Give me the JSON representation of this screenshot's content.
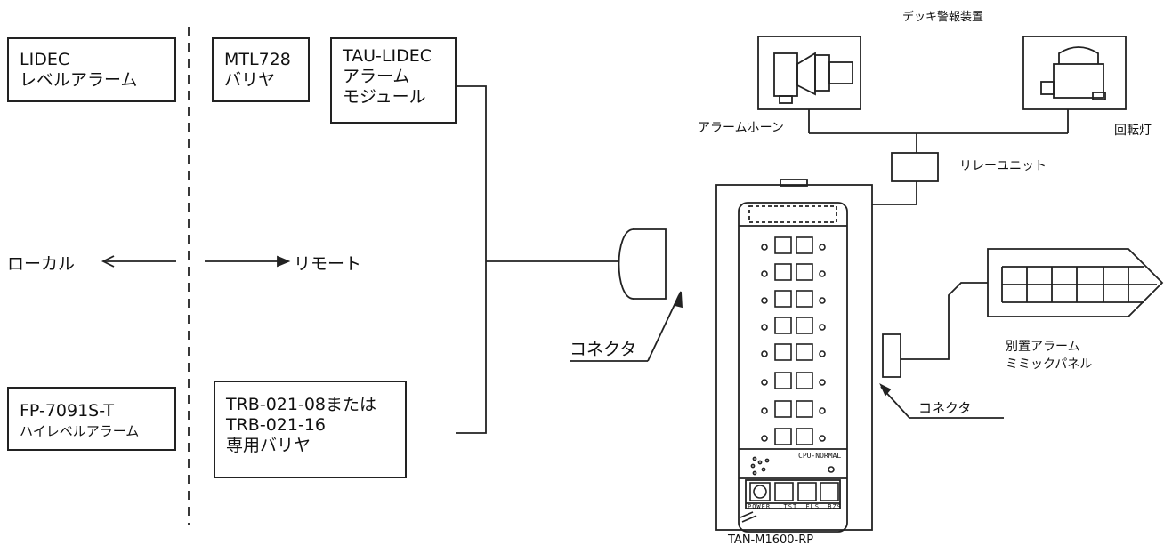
{
  "left_side": {
    "lidec_box": {
      "line1": "LIDEC",
      "line2": "レベルアラーム"
    },
    "fp_box": {
      "line1": "FP-7091S-T",
      "line2": "ハイレベルアラーム"
    },
    "local_label": "ローカル"
  },
  "right_side": {
    "mtl_box": {
      "line1": "MTL728",
      "line2": "バリヤ"
    },
    "tau_box": {
      "line1": "TAU-LIDEC",
      "line2": "アラーム",
      "line3": "モジュール"
    },
    "trb_box": {
      "line1": "TRB-021-08または",
      "line2": "TRB-021-16",
      "line3": "専用バリヤ"
    },
    "remote_label": "リモート"
  },
  "connector_left": "コネクタ",
  "connector_right": "コネクタ",
  "deck_alarm": {
    "title": "デッキ警報装置",
    "horn_label": "アラームホーン",
    "lamp_label": "回転灯",
    "relay_label": "リレーユニット"
  },
  "panel": {
    "model": "TAN-M1600-RP",
    "cpu_label": "CPU-NORMAL",
    "buttons": [
      "POWER",
      "LTST",
      "FLS",
      "BZS"
    ]
  },
  "mimic": {
    "line1": "別置アラーム",
    "line2": "ミミックパネル"
  }
}
